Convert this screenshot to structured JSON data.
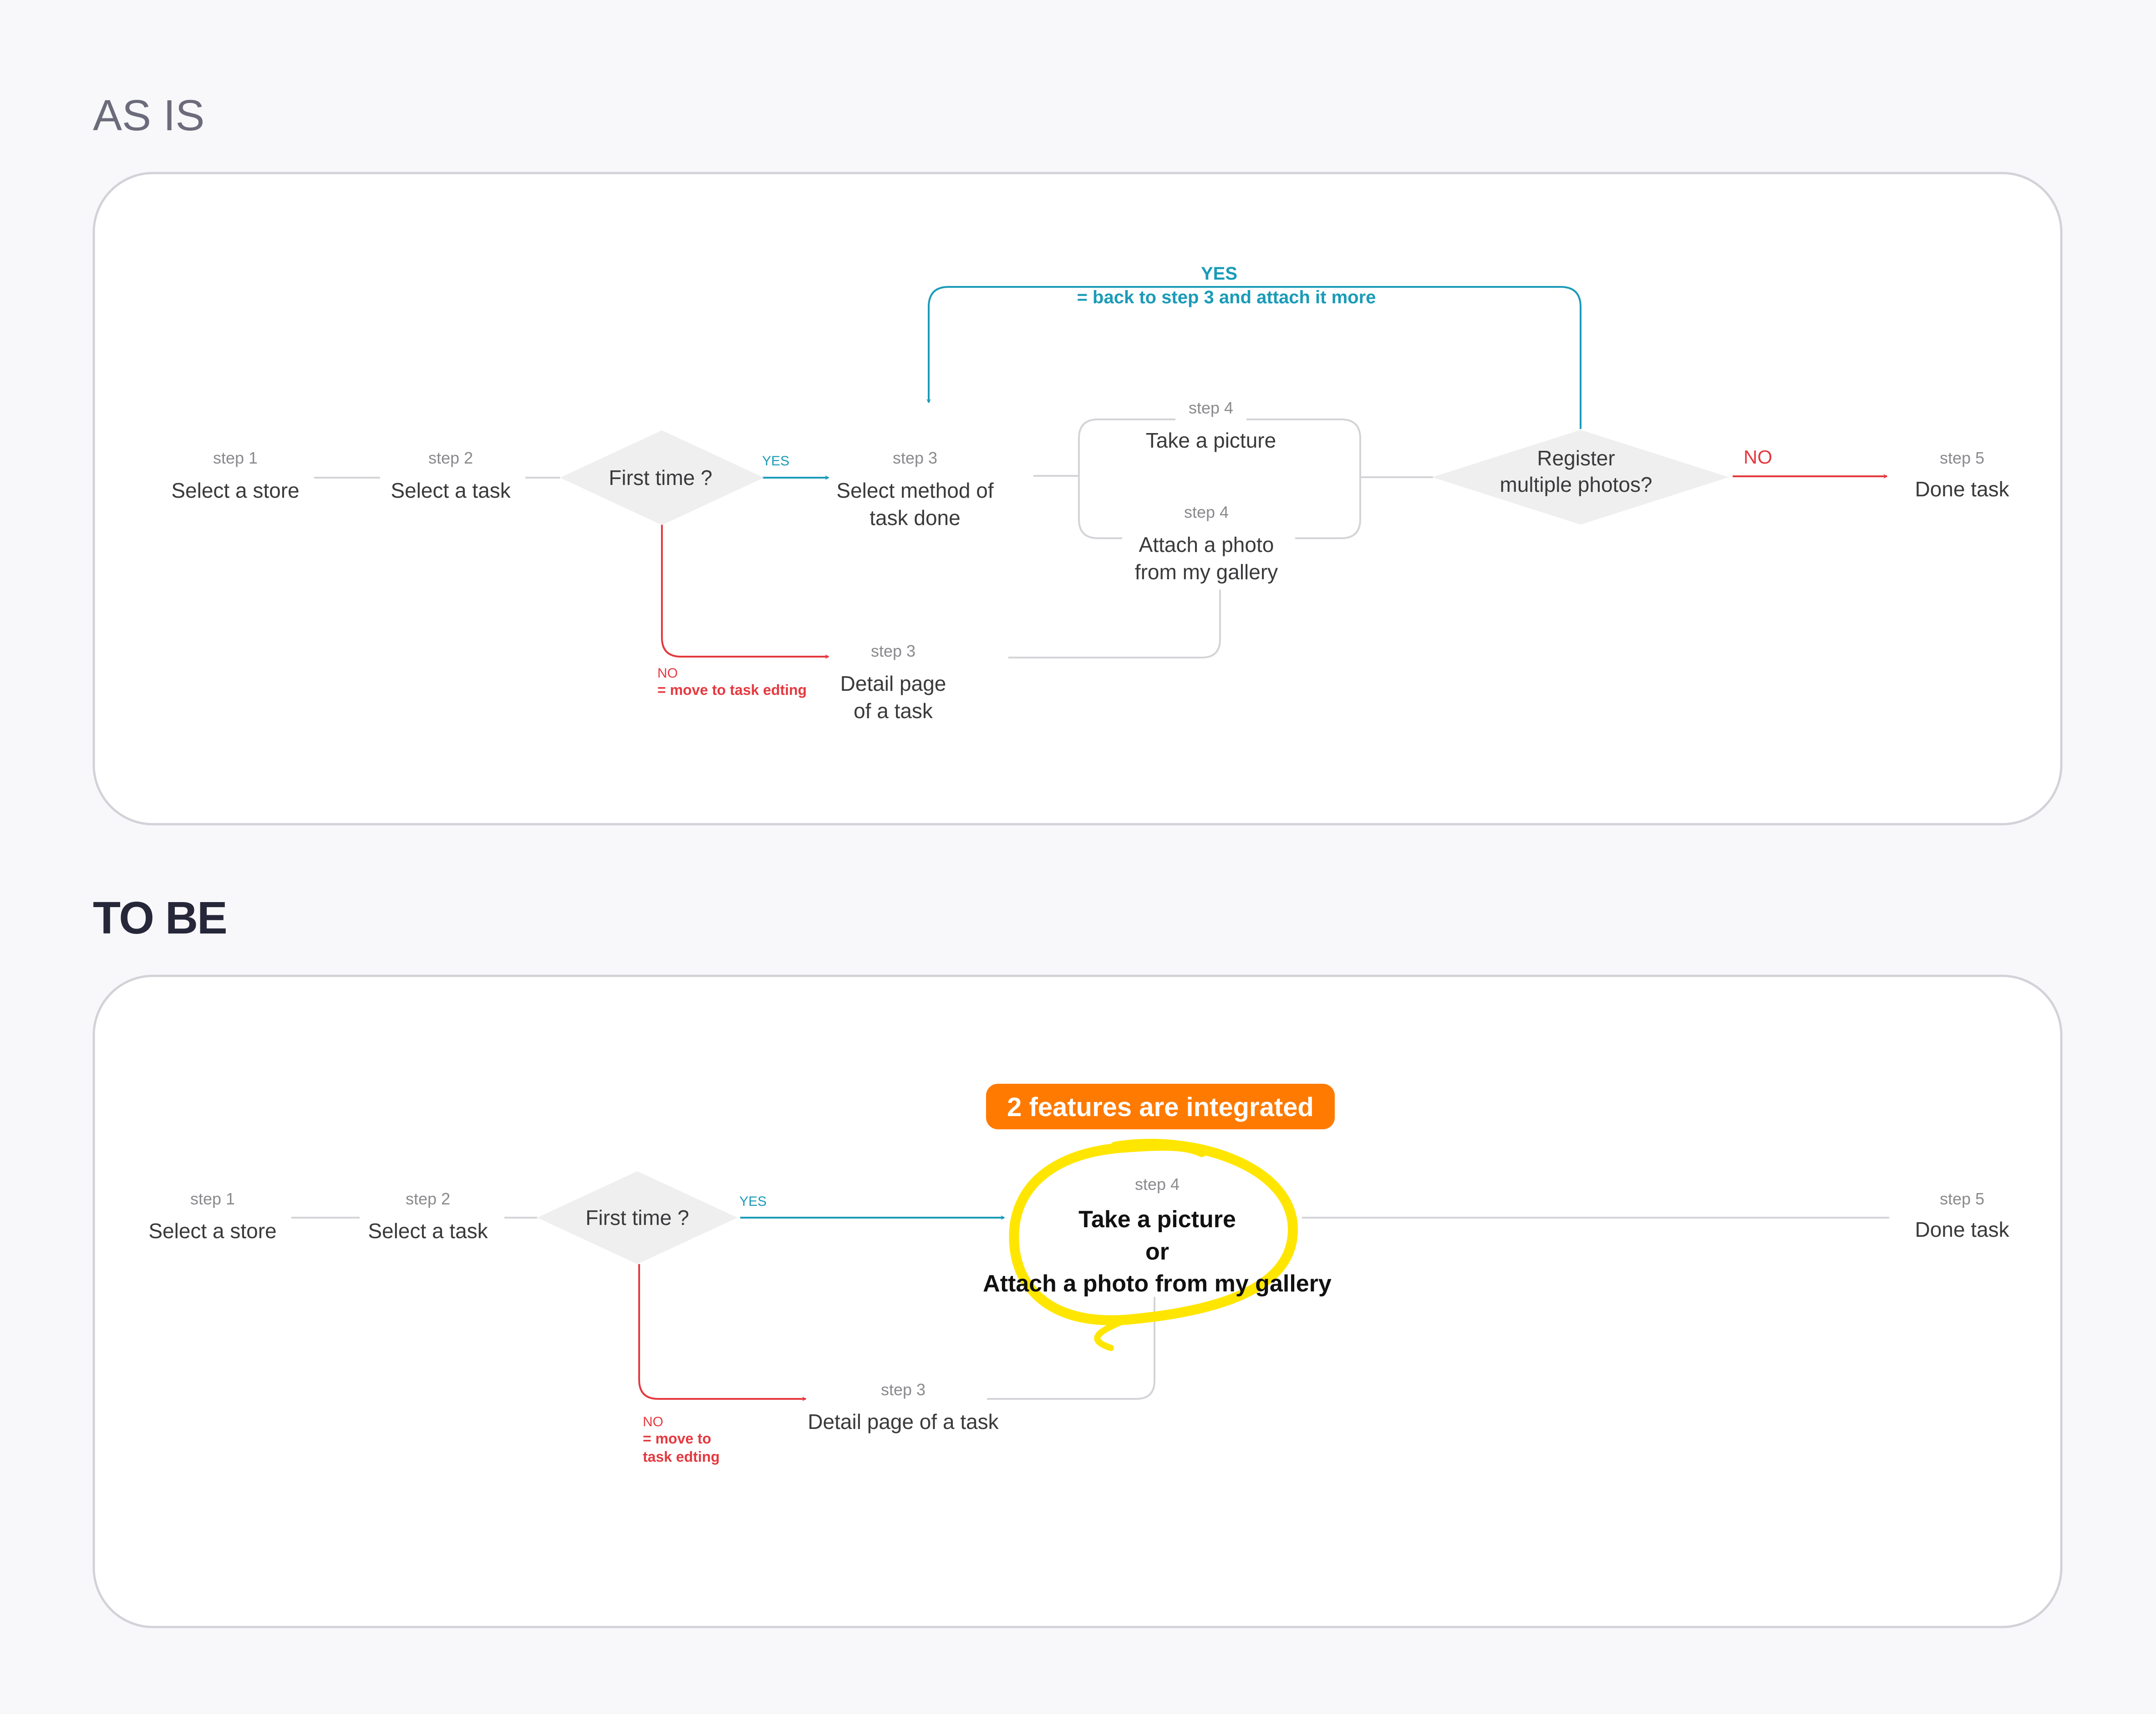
{
  "as_is": {
    "title": "AS IS",
    "step1": {
      "step": "step 1",
      "label": "Select a store"
    },
    "step2": {
      "step": "step 2",
      "label": "Select a task"
    },
    "decision1": "First time ?",
    "yes_label": "YES",
    "no_label": "NO",
    "no_note": "= move to task edting",
    "step3_method": {
      "step": "step 3",
      "line1": "Select method of",
      "line2": "task done"
    },
    "step3_detail": {
      "step": "step 3",
      "line1": "Detail page",
      "line2": "of a task"
    },
    "step4_picture": {
      "step": "step 4",
      "label": "Take a picture"
    },
    "step4_gallery": {
      "step": "step 4",
      "line1": "Attach a photo",
      "line2": "from my gallery"
    },
    "decision2": {
      "line1": "Register",
      "line2": "multiple photos?"
    },
    "loop_yes": "YES",
    "loop_note": "= back to step 3 and attach it more",
    "decision2_no": "NO",
    "step5": {
      "step": "step 5",
      "label": "Done task"
    }
  },
  "to_be": {
    "title": "TO BE",
    "step1": {
      "step": "step 1",
      "label": "Select a store"
    },
    "step2": {
      "step": "step 2",
      "label": "Select a task"
    },
    "decision1": "First time ?",
    "yes_label": "YES",
    "no_label": "NO",
    "no_note_line1": "= move to",
    "no_note_line2": "task edting",
    "step3_detail": {
      "step": "step 3",
      "label": "Detail page of a task"
    },
    "badge": "2 features are integrated",
    "step4": {
      "step": "step 4",
      "line1": "Take a picture",
      "line2": "or",
      "line3": "Attach a photo from my gallery"
    },
    "step5": {
      "step": "step 5",
      "label": "Done task"
    }
  },
  "colors": {
    "yes_blue": "#1a9bb8",
    "no_red": "#e5393f",
    "badge_orange": "#ff7a00",
    "highlight_yellow": "#ffe600"
  }
}
